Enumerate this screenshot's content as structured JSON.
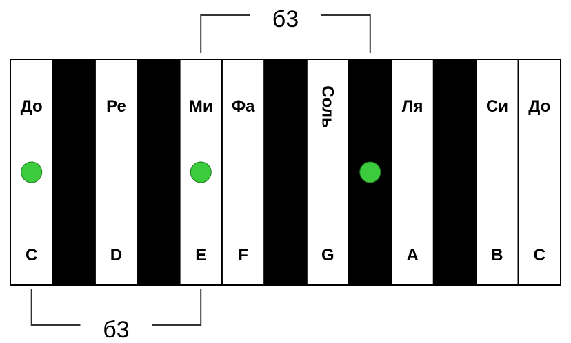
{
  "colors": {
    "white_key": "#ffffff",
    "black_key": "#000000",
    "outline": "#000000",
    "marker": "#3ccb3c",
    "bracket": "#333333"
  },
  "keyboard": {
    "white_keys": [
      {
        "solfege": "До",
        "letter": "C"
      },
      {
        "solfege": "Ре",
        "letter": "D"
      },
      {
        "solfege": "Ми",
        "letter": "E"
      },
      {
        "solfege": "Фа",
        "letter": "F"
      },
      {
        "solfege": "Соль",
        "letter": "G",
        "vertical": true
      },
      {
        "solfege": "Ля",
        "letter": "A"
      },
      {
        "solfege": "Си",
        "letter": "B"
      },
      {
        "solfege": "До",
        "letter": "C"
      }
    ],
    "black_keys_after_white_index": [
      0,
      1,
      3,
      4,
      5
    ],
    "markers": [
      {
        "on": "white",
        "index": 0,
        "note": "C"
      },
      {
        "on": "white",
        "index": 2,
        "note": "E"
      },
      {
        "on": "black",
        "index": 3,
        "note": "G♯/A♭"
      }
    ]
  },
  "intervals": {
    "top": {
      "label": "б3",
      "from_note": "E",
      "to_note": "G♯"
    },
    "bottom": {
      "label": "б3",
      "from_note": "C",
      "to_note": "E"
    }
  }
}
